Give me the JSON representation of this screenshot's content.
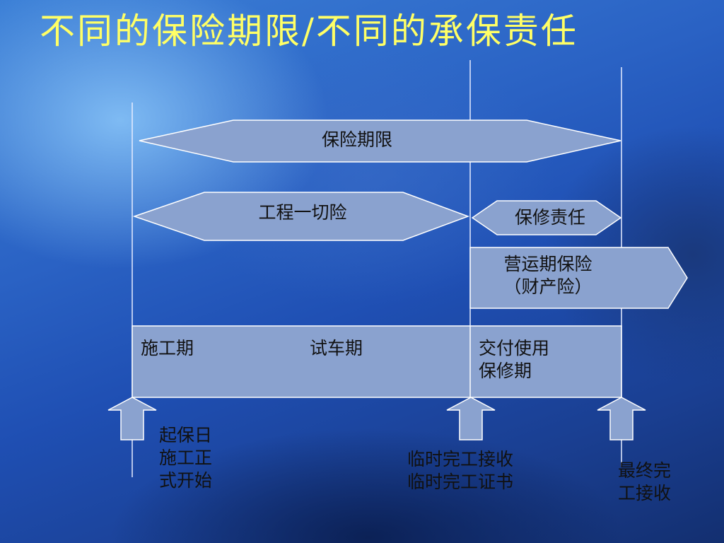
{
  "title": "不同的保险期限/不同的承保责任",
  "colors": {
    "title": "#ffff66",
    "shape_fill": "#8aa2cf",
    "shape_stroke": "#ffffff",
    "line": "#e6ecff",
    "label_text": "#111111"
  },
  "bars": {
    "insurance_period": "保险期限",
    "car_insurance": "工程一切险",
    "warranty_liability": "保修责任",
    "operating_insurance": "营运期保险\n（财产险）"
  },
  "timeline": {
    "construction": "施工期",
    "trial_run": "试车期",
    "delivery_warranty": "交付使用\n 保修期"
  },
  "milestones": {
    "start": "起保日\n施工正\n式开始",
    "temp_completion": "临时完工接收\n临时完工证书",
    "final_completion": "最终完\n工接收"
  }
}
